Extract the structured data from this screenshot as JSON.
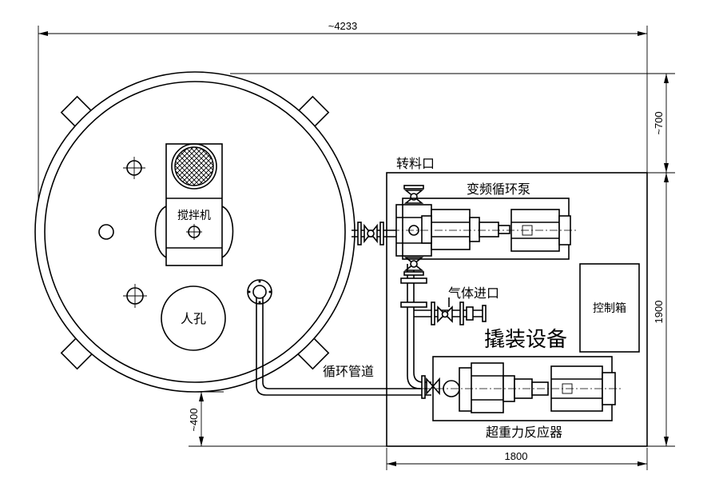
{
  "dimensions": {
    "top_width": "~4233",
    "right_offset": "~700",
    "right_height": "1900",
    "bottom_left_offset": "~400",
    "bottom_width": "1800"
  },
  "labels": {
    "transfer_port": "转料口",
    "vfd_pump": "变频循环泵",
    "gas_inlet": "气体进口",
    "control_box": "控制箱",
    "skid_equipment": "撬装设备",
    "mixer": "搅拌机",
    "manhole": "人孔",
    "circulation_pipe": "循环管道",
    "hypergravity_reactor": "超重力反应器"
  }
}
